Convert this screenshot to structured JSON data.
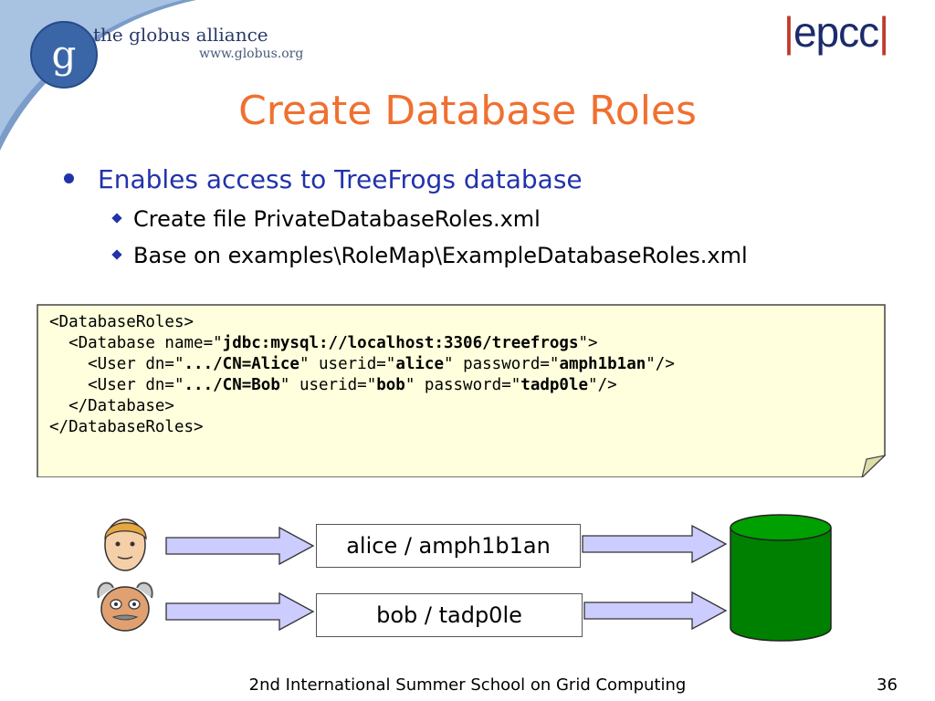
{
  "logo_left": {
    "name": "the globus alliance",
    "url": "www.globus.org",
    "letter": "g"
  },
  "logo_right": {
    "text": "epcc"
  },
  "slide": {
    "title": "Create Database Roles",
    "bullet": "Enables access to TreeFrogs database",
    "sub_bullets": [
      "Create file PrivateDatabaseRoles.xml",
      "Base on examples\\RoleMap\\ExampleDatabaseRoles.xml"
    ]
  },
  "code": {
    "line1": "<DatabaseRoles>",
    "line2_prefix": "  <Database name=\"",
    "line2_value": "jdbc:mysql://localhost:3306/treefrogs",
    "line2_suffix": "\">",
    "line3_prefix": "    <User dn=\"",
    "line3_dn": ".../CN=Alice",
    "line3_mid1": "\" userid=\"",
    "line3_userid": "alice",
    "line3_mid2": "\" password=\"",
    "line3_password": "amph1b1an",
    "line3_suffix": "\"/>",
    "line4_prefix": "    <User dn=\"",
    "line4_dn": ".../CN=Bob",
    "line4_mid1": "\" userid=\"",
    "line4_userid": "bob",
    "line4_mid2": "\" password=\"",
    "line4_password": "tadp0le",
    "line4_suffix": "\"/>",
    "line5": "  </Database>",
    "line6": "</DatabaseRoles>"
  },
  "diagram": {
    "alice_label": "alice / amph1b1an",
    "bob_label": "bob / tadp0le",
    "arrow_fill": "#ccccff",
    "database_fill": "#008000"
  },
  "footer": {
    "text": "2nd International Summer School on Grid Computing",
    "page": "36"
  },
  "colors": {
    "title": "#f07030",
    "bullet": "#2233aa",
    "code_bg": "#ffffdd"
  }
}
